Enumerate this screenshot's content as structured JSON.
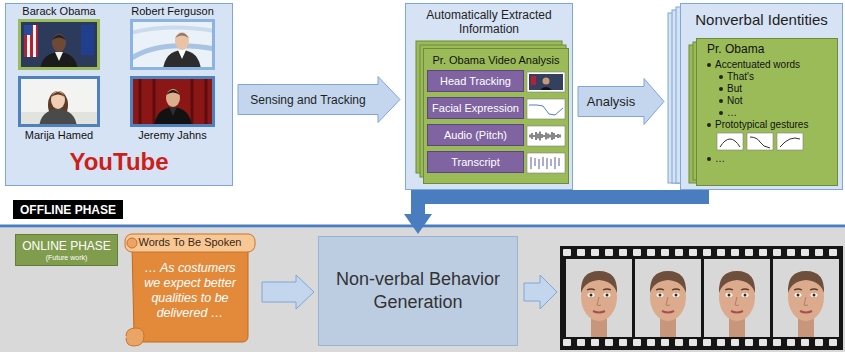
{
  "diagram": {
    "nodes": [
      {
        "text": [
          "YouTube"
        ]
      },
      {
        "text": [
          "Barack Obama"
        ],
        "in": 0
      },
      {
        "text": [
          "Robert Ferguson"
        ],
        "in": 0
      },
      {
        "text": [
          "Marija Hamed"
        ],
        "in": 0
      },
      {
        "text": [
          "Jeremy Jahns"
        ],
        "in": 0
      },
      {
        "text": [
          "Automatically Extracted Information"
        ]
      },
      {
        "text": [
          "Pr. Obama Video Analysis"
        ],
        "in": 5
      },
      {
        "text": [
          "Head Tracking"
        ],
        "in": 6
      },
      {
        "text": [
          "Facial Expression"
        ],
        "in": 6
      },
      {
        "text": [
          "Audio (Pitch)"
        ],
        "in": 6
      },
      {
        "text": [
          "Transcript"
        ],
        "in": 6
      },
      {
        "text": [
          "Nonverbal Identities"
        ]
      },
      {
        "text": [
          "Pr. Obama",
          "Accentuated words",
          "That's",
          "But",
          "Not",
          "…",
          "Prototypical gestures",
          "…"
        ],
        "in": 11
      },
      {
        "text": [
          "OFFLINE PHASE"
        ]
      },
      {
        "text": [
          "ONLINE PHASE",
          "(Future work)"
        ]
      },
      {
        "text": [
          "Words To Be Spoken",
          "… As costumers we expect better qualities to be delivered …"
        ]
      },
      {
        "text": [
          "Non-verbal Behavior Generation"
        ]
      }
    ],
    "edges": [
      {
        "from": 0,
        "to": 5,
        "label": "Sensing and Tracking",
        "arrow": "to"
      },
      {
        "from": 5,
        "to": 11,
        "label": "Analysis",
        "arrow": "to"
      },
      {
        "from": 11,
        "to": 16,
        "arrow": "to"
      },
      {
        "from": 15,
        "to": 16,
        "arrow": "to"
      }
    ]
  }
}
